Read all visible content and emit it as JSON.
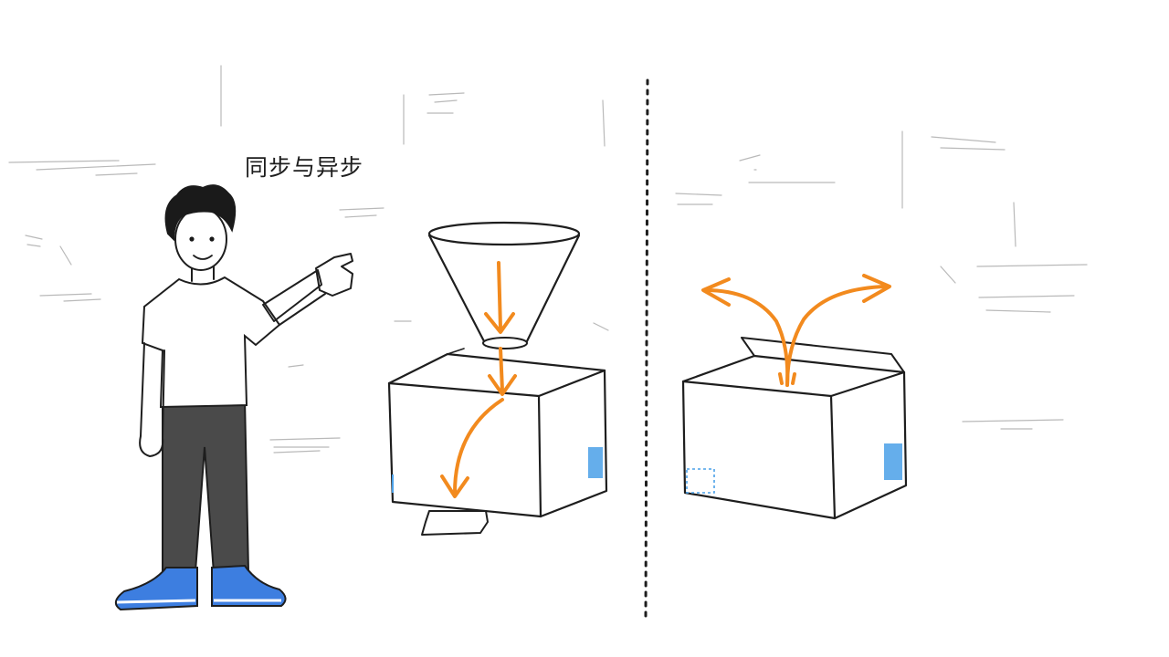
{
  "title": "同步与异步",
  "colors": {
    "accent": "#f28a1e",
    "ink": "#1e1e1e",
    "pants": "#4a4a4a",
    "shoes": "#3d7ee0",
    "marker": "#4aa0e8",
    "sketch": "#b9b9b9"
  },
  "elements": {
    "presenter": "presenter-figure",
    "funnel": "funnel-icon",
    "sync_box": "sync-box",
    "async_box": "async-box",
    "divider": "dotted-divider"
  }
}
